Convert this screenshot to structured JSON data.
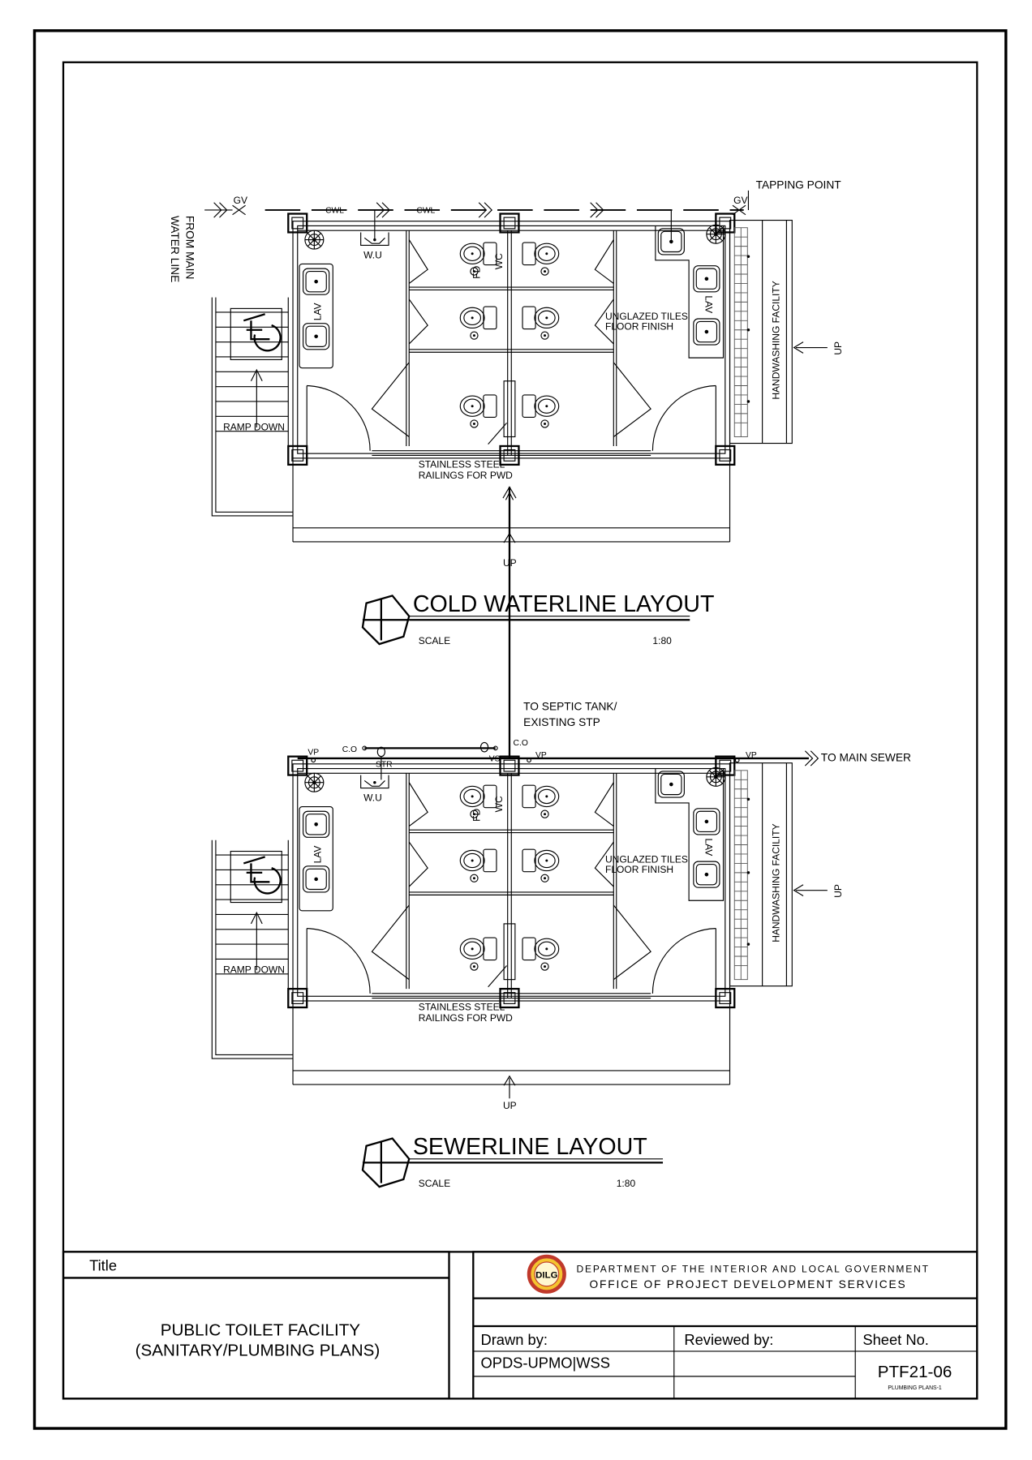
{
  "plans": [
    {
      "title": "COLD WATERLINE LAYOUT",
      "scale_label": "SCALE",
      "scale_value": "1:80",
      "labels": {
        "gv_left": "GV",
        "gv_right": "GV",
        "cwl_1": "CWL",
        "cwl_2": "CWL",
        "tapping_point": "TAPPING POINT",
        "from_main_1": "FROM MAIN",
        "from_main_2": "WATER LINE",
        "wu": "W.U",
        "lav_left": "LAV",
        "lav_right": "LAV",
        "wc": "WC",
        "fd": "FD",
        "tiles_1": "UNGLAZED TILES",
        "tiles_2": "FLOOR FINISH",
        "handwashing": "HANDWASHING FACILITY",
        "up_right": "UP",
        "up_bottom": "UP",
        "ramp_down": "RAMP DOWN",
        "railings_1": "STAINLESS STEEL",
        "railings_2": "RAILINGS FOR PWD"
      }
    },
    {
      "title": "SEWERLINE LAYOUT",
      "scale_label": "SCALE",
      "scale_value": "1:80",
      "labels": {
        "septic_1": "TO SEPTIC TANK/",
        "septic_2": "EXISTING STP",
        "vp_1": "VP",
        "vp_2": "VP",
        "vp_3": "VP",
        "co_1": "C.O",
        "co_2": "C.O",
        "str": "STR",
        "vs": "VS",
        "to_main_sewer": "TO MAIN SEWER",
        "wu": "W.U",
        "lav_left": "LAV",
        "lav_right": "LAV",
        "wc": "WC",
        "fd": "FD",
        "tiles_1": "UNGLAZED TILES",
        "tiles_2": "FLOOR FINISH",
        "handwashing": "HANDWASHING FACILITY",
        "up_right": "UP",
        "up_bottom": "UP",
        "ramp_down": "RAMP DOWN",
        "railings_1": "STAINLESS STEEL",
        "railings_2": "RAILINGS FOR PWD"
      }
    }
  ],
  "title_block": {
    "title_label": "Title",
    "project_1": "PUBLIC TOILET FACILITY",
    "project_2": "(SANITARY/PLUMBING PLANS)",
    "logo_text": "DILG",
    "agency_1": "DEPARTMENT OF THE INTERIOR AND LOCAL GOVERNMENT",
    "agency_2": "OFFICE OF PROJECT DEVELOPMENT SERVICES",
    "drawn_by_label": "Drawn by:",
    "drawn_by_value": "OPDS-UPMO|WSS",
    "reviewed_by_label": "Reviewed by:",
    "sheet_no_label": "Sheet No.",
    "sheet_no_value": "PTF21-06",
    "sheet_sub": "PLUMBING PLANS-1"
  },
  "colors": {
    "logo_ring": "#c0392b",
    "logo_fill": "#f4c430"
  }
}
